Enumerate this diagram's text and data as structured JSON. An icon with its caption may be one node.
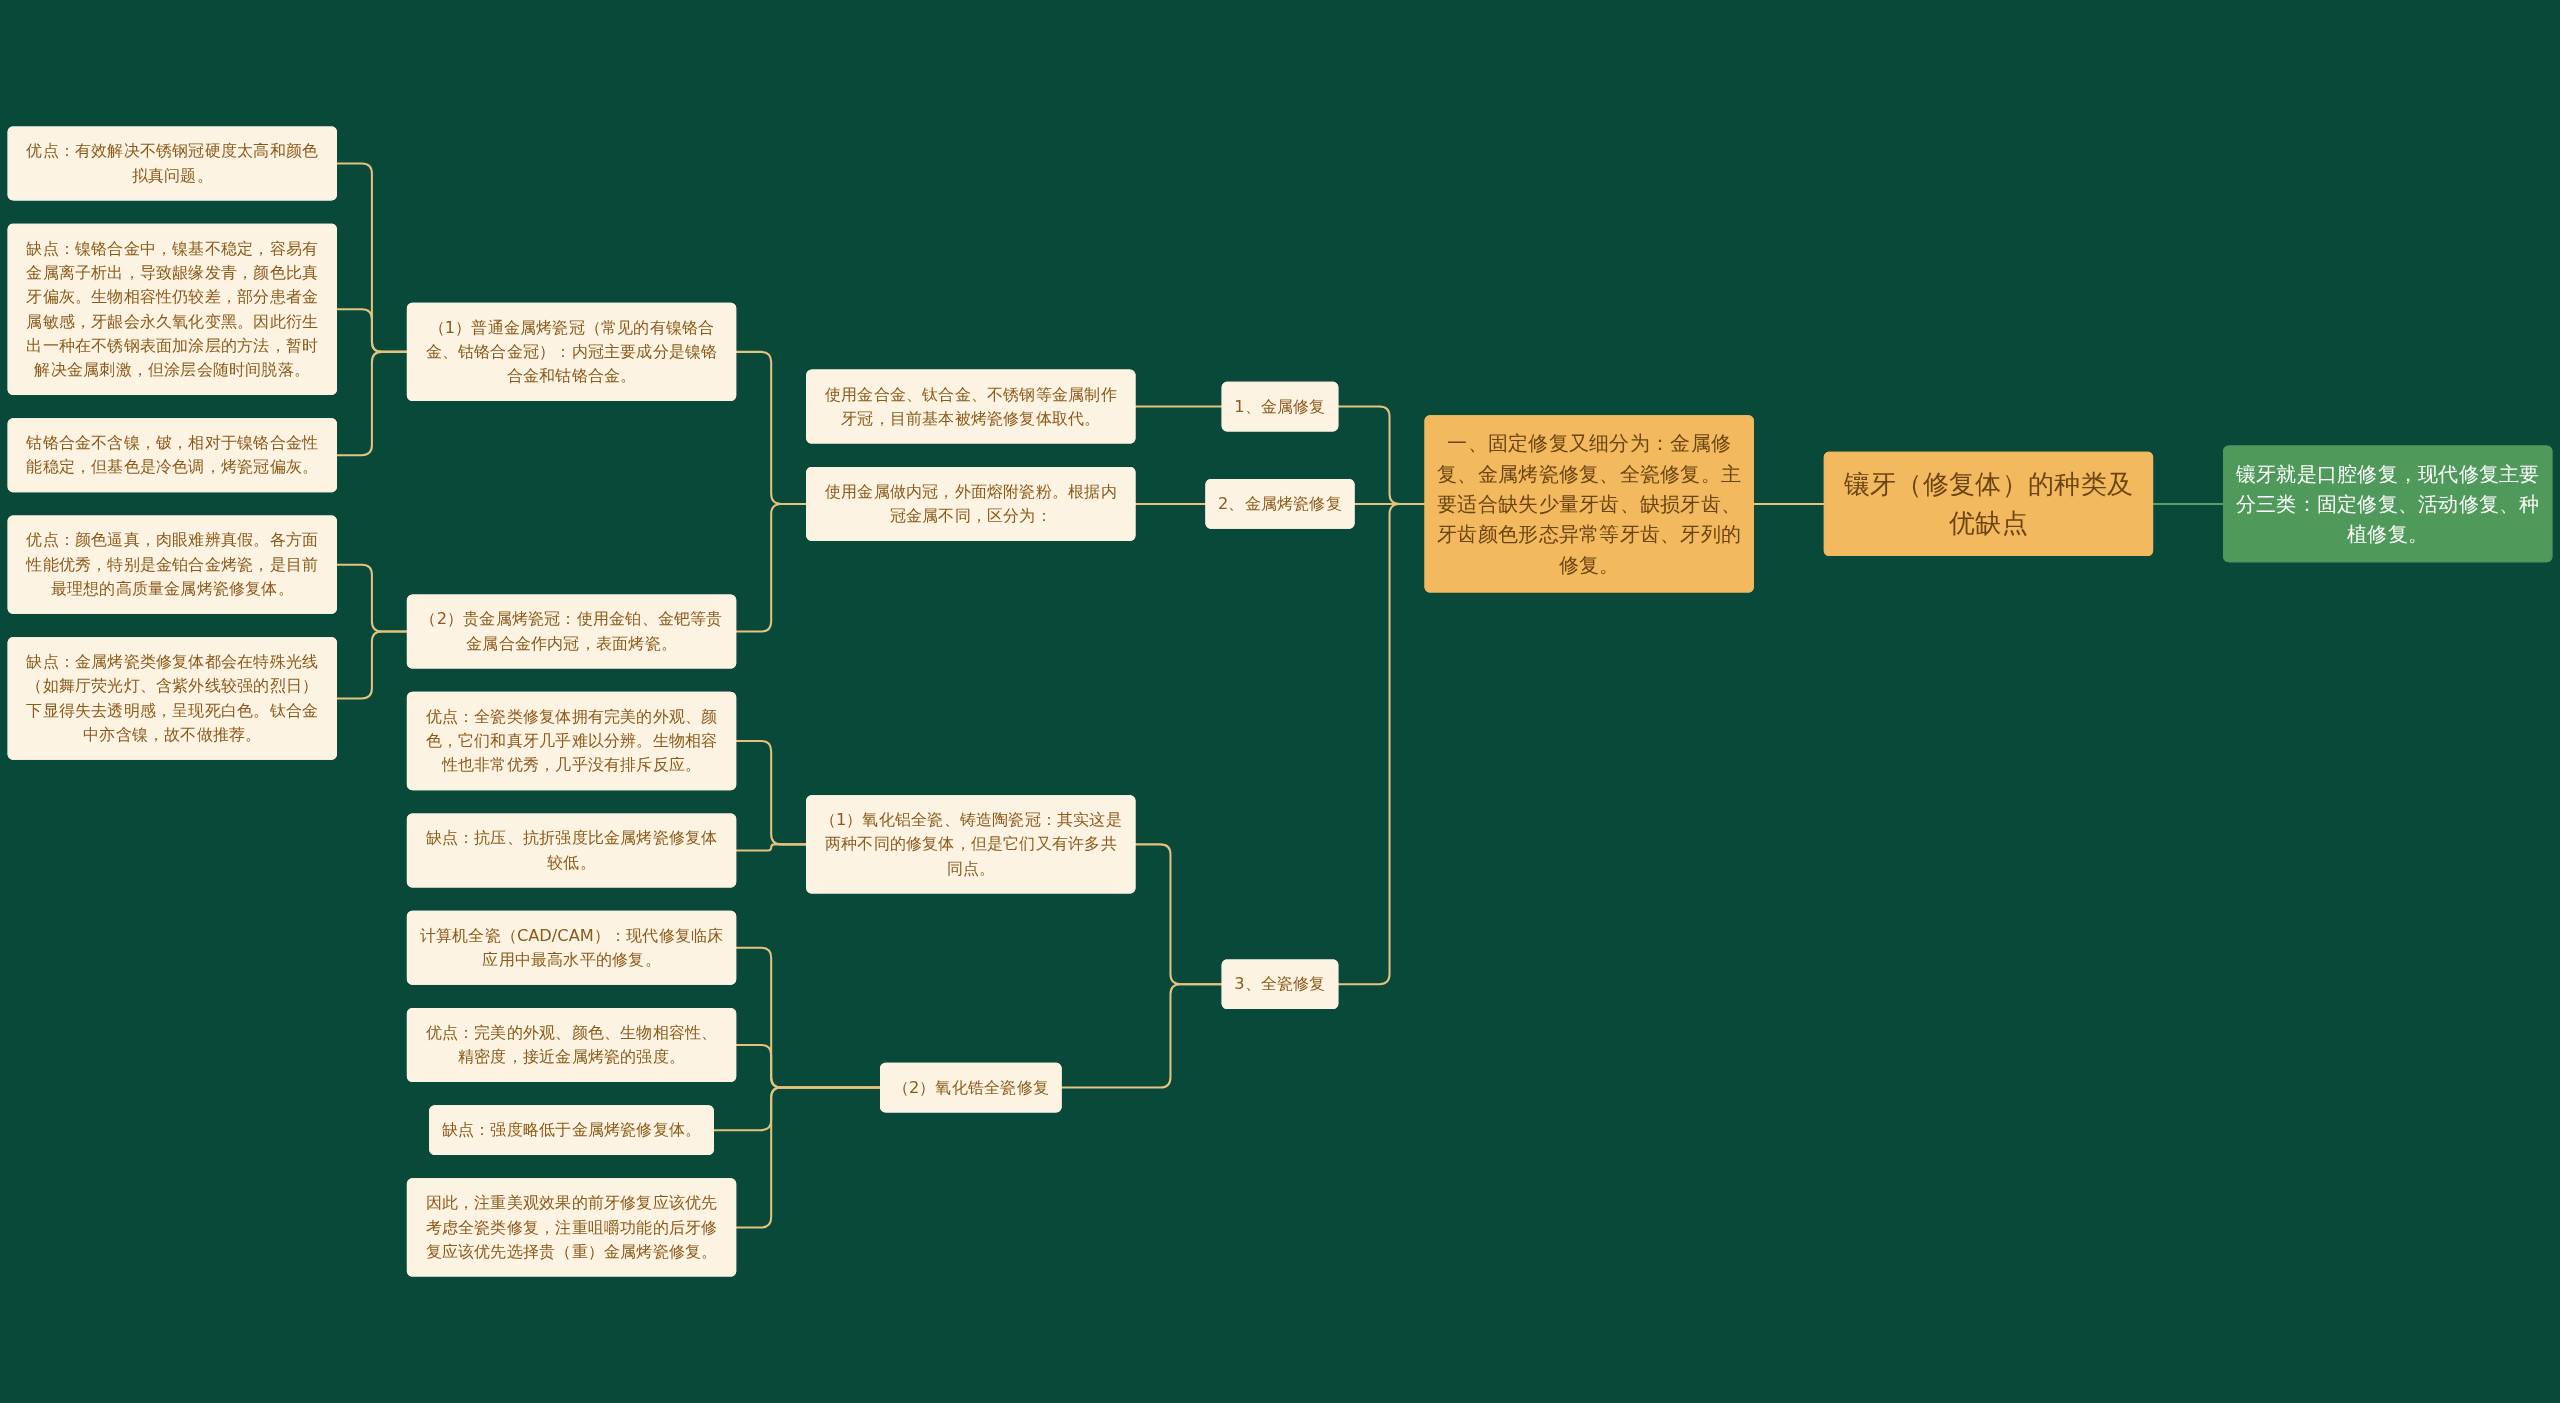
{
  "diagram": {
    "nodes": [
      {
        "text": [
          "镶牙（修复体）的种类及优缺点"
        ]
      },
      {
        "text": [
          "镶牙就是口腔修复，现代修复主要分三类：固定修复、活动修复、种植修复。"
        ]
      },
      {
        "text": [
          "一、固定修复又细分为：金属修复、金属烤瓷修复、全瓷修复。主要适合缺失少量牙齿、缺损牙齿、牙齿颜色形态异常等牙齿、牙列的修复。"
        ]
      },
      {
        "text": [
          "1、金属修复"
        ]
      },
      {
        "text": [
          "使用金合金、钛合金、不锈钢等金属制作牙冠，目前基本被烤瓷修复体取代。"
        ]
      },
      {
        "text": [
          "2、金属烤瓷修复"
        ]
      },
      {
        "text": [
          "使用金属做内冠，外面熔附瓷粉。根据内冠金属不同，区分为："
        ]
      },
      {
        "text": [
          "（1）普通金属烤瓷冠（常见的有镍铬合金、钴铬合金冠）：内冠主要成分是镍铬合金和钴铬合金。"
        ]
      },
      {
        "text": [
          "优点：有效解决不锈钢冠硬度太高和颜色拟真问题。"
        ]
      },
      {
        "text": [
          "缺点：镍铬合金中，镍基不稳定，容易有金属离子析出，导致龈缘发青，颜色比真牙偏灰。生物相容性仍较差，部分患者金属敏感，牙龈会永久氧化变黑。因此衍生出一种在不锈钢表面加涂层的方法，暂时解决金属刺激，但涂层会随时间脱落。"
        ]
      },
      {
        "text": [
          "钴铬合金不含镍，铍，相对于镍铬合金性能稳定，但基色是冷色调，烤瓷冠偏灰。"
        ]
      },
      {
        "text": [
          "（2）贵金属烤瓷冠：使用金铂、金钯等贵金属合金作内冠，表面烤瓷。"
        ]
      },
      {
        "text": [
          "优点：颜色逼真，肉眼难辨真假。各方面性能优秀，特别是金铂合金烤瓷，是目前最理想的高质量金属烤瓷修复体。"
        ]
      },
      {
        "text": [
          "缺点：金属烤瓷类修复体都会在特殊光线（如舞厅荧光灯、含紫外线较强的烈日）下显得失去透明感，呈现死白色。钛合金中亦含镍，故不做推荐。"
        ]
      },
      {
        "text": [
          "3、全瓷修复"
        ]
      },
      {
        "text": [
          "（1）氧化铝全瓷、铸造陶瓷冠：其实这是两种不同的修复体，但是它们又有许多共同点。"
        ]
      },
      {
        "text": [
          "优点：全瓷类修复体拥有完美的外观、颜色，它们和真牙几乎难以分辨。生物相容性也非常优秀，几乎没有排斥反应。"
        ]
      },
      {
        "text": [
          "缺点：抗压、抗折强度比金属烤瓷修复体较低。"
        ]
      },
      {
        "text": [
          "（2）氧化锆全瓷修复"
        ]
      },
      {
        "text": [
          "计算机全瓷（CAD/CAM）：现代修复临床应用中最高水平的修复。"
        ]
      },
      {
        "text": [
          "优点：完美的外观、颜色、生物相容性、精密度，接近金属烤瓷的强度。"
        ]
      },
      {
        "text": [
          "缺点：强度略低于金属烤瓷修复体。"
        ]
      },
      {
        "text": [
          "因此，注重美观效果的前牙修复应该优先考虑全瓷类修复，注重咀嚼功能的后牙修复应该优先选择贵（重）金属烤瓷修复。"
        ]
      }
    ],
    "edges": [
      {
        "from": 1,
        "to": 0,
        "arrow": "none",
        "color": "#5a9e6a"
      },
      {
        "from": 0,
        "to": 2,
        "arrow": "none"
      },
      {
        "from": 2,
        "to": 3,
        "arrow": "none"
      },
      {
        "from": 3,
        "to": 4,
        "arrow": "none"
      },
      {
        "from": 2,
        "to": 5,
        "arrow": "none"
      },
      {
        "from": 5,
        "to": 6,
        "arrow": "none"
      },
      {
        "from": 6,
        "to": 7,
        "arrow": "none"
      },
      {
        "from": 7,
        "to": 8,
        "arrow": "none"
      },
      {
        "from": 7,
        "to": 9,
        "arrow": "none"
      },
      {
        "from": 7,
        "to": 10,
        "arrow": "none"
      },
      {
        "from": 6,
        "to": 11,
        "arrow": "none"
      },
      {
        "from": 11,
        "to": 12,
        "arrow": "none"
      },
      {
        "from": 11,
        "to": 13,
        "arrow": "none"
      },
      {
        "from": 2,
        "to": 14,
        "arrow": "none"
      },
      {
        "from": 14,
        "to": 15,
        "arrow": "none"
      },
      {
        "from": 15,
        "to": 16,
        "arrow": "none"
      },
      {
        "from": 15,
        "to": 17,
        "arrow": "none"
      },
      {
        "from": 14,
        "to": 18,
        "arrow": "none"
      },
      {
        "from": 18,
        "to": 19,
        "arrow": "none"
      },
      {
        "from": 18,
        "to": 20,
        "arrow": "none"
      },
      {
        "from": 18,
        "to": 21,
        "arrow": "none"
      },
      {
        "from": 18,
        "to": 22,
        "arrow": "none"
      }
    ]
  }
}
